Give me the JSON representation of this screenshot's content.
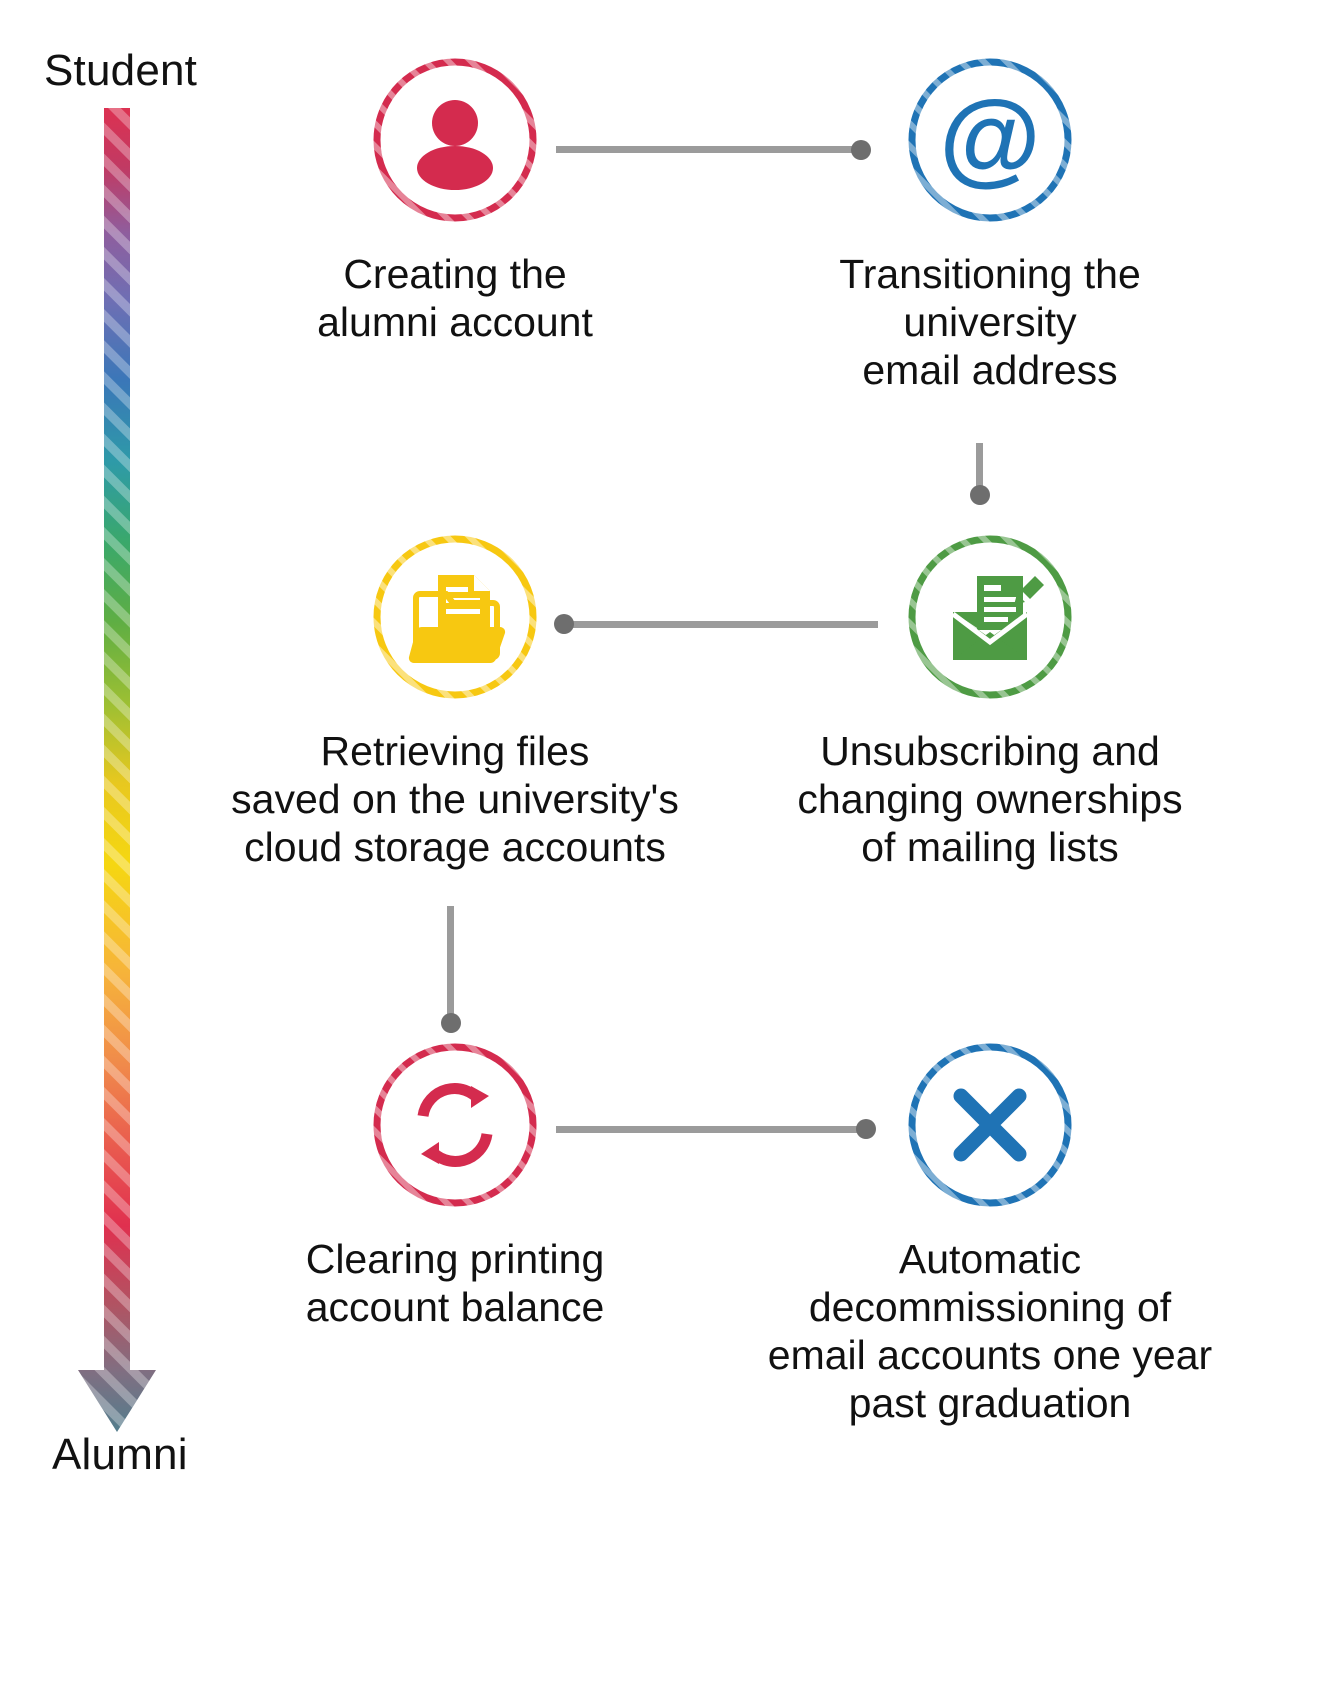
{
  "timeline": {
    "top_label": "Student",
    "bottom_label": "Alumni",
    "gradient_stops": [
      "#E0304F",
      "#C13A63",
      "#8E5E9E",
      "#6E6FB4",
      "#3A77B8",
      "#2E9AA8",
      "#3AA86B",
      "#5FAE43",
      "#9CBF33",
      "#E8C81F",
      "#F5D711",
      "#F6B43A",
      "#F08A4B",
      "#E8544F",
      "#E0304F",
      "#B05463",
      "#7F6F82",
      "#5A7E8C",
      "#4D7F8E"
    ],
    "arrow_color": "#4D7F8E",
    "stripe_overlay": true
  },
  "connector": {
    "line_color": "#9b9b9b",
    "dot_color": "#6e6e6e"
  },
  "nodes": [
    {
      "id": "create",
      "icon": "person-icon",
      "color": "#D42B4E",
      "caption": "Creating the\nalumni account"
    },
    {
      "id": "email",
      "icon": "at-sign-icon",
      "color": "#1F73B5",
      "caption": "Transitioning the\nuniversity\nemail address"
    },
    {
      "id": "files",
      "icon": "folder-documents-icon",
      "color": "#F7C811",
      "caption": "Retrieving files\nsaved on the university's\ncloud storage accounts"
    },
    {
      "id": "mailing",
      "icon": "envelope-letter-icon",
      "color": "#4E9B44",
      "caption": "Unsubscribing and\nchanging ownerships\nof mailing lists"
    },
    {
      "id": "printing",
      "icon": "sync-refresh-icon",
      "color": "#D42B4E",
      "caption": "Clearing printing\naccount balance"
    },
    {
      "id": "decomm",
      "icon": "close-x-icon",
      "color": "#1F73B5",
      "caption": "Automatic\ndecommissioning of\nemail accounts one year\npast graduation"
    }
  ]
}
